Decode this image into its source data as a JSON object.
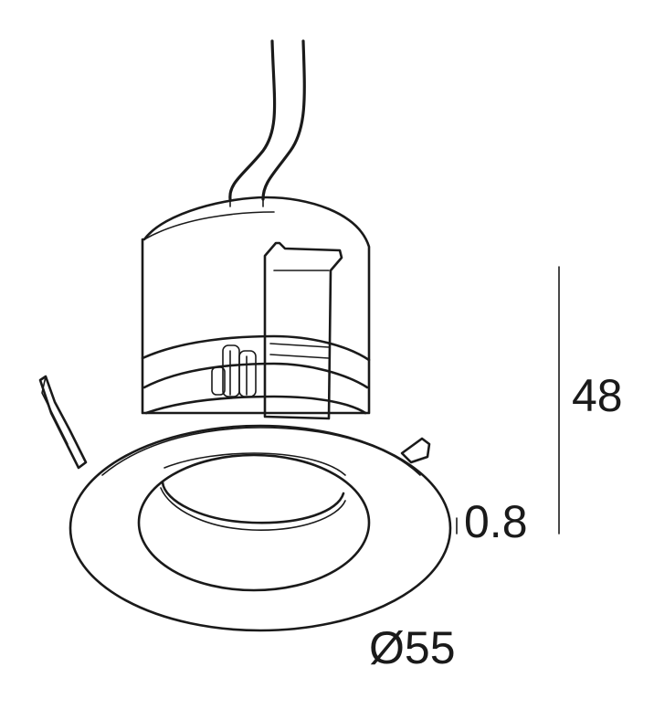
{
  "dimensions": {
    "height": "48",
    "flange_thickness": "0.8",
    "diameter": "Ø55"
  },
  "colors": {
    "line": "#1a1a1a",
    "background": "#ffffff"
  }
}
